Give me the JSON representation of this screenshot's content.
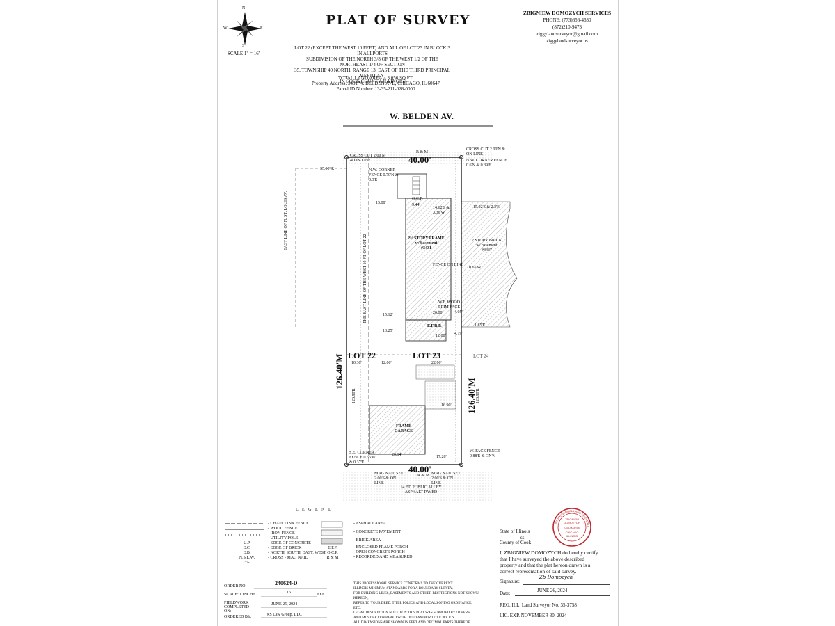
{
  "header": {
    "title": "PLAT OF SURVEY",
    "scale_label": "SCALE  1\" = 16'",
    "compass": [
      "N",
      "S",
      "E",
      "W"
    ]
  },
  "company": {
    "name": "ZBIGNIEW DOMOZYCH SERVICES",
    "phone1": "PHONE: (773)656-4630",
    "phone2": "(872)210-9473",
    "email": "ziggylandsurveyor@gmail.com",
    "web": "ziggylandsurveyor.us"
  },
  "legal": {
    "line1": "LOT 22 (EXCEPT THE WEST 10 FEET) AND ALL OF LOT 23 IN BLOCK 3 IN ALLPORTS",
    "line2": "SUBDIVISION OF THE NORTH 3/8 OF THE WEST 1/2 OF THE NORTHEAST 1/4 OF SECTION",
    "line3": "35, TOWNSHIP 40 NORTH, RANGE 13, EAST OF THE THIRD PRINCIPAL MERIDIAN,",
    "line4": "IN COOK COUNTY, ILLINOIS.",
    "area": "TOTAL LAND AREA = 3,056 SQ.FT.",
    "address": "Property Address: 3431 W. BELDEN AVE, CHICAGO, IL 60647",
    "pin": "Parcel ID Number: 13-35-211-028-0000"
  },
  "plat": {
    "street": "W. BELDEN AV.",
    "north_dim": "40.00'",
    "south_dim": "40.00'",
    "rm_north": "R & M",
    "rm_south": "R & M",
    "west_dim": "126.40'M",
    "east_dim": "126.40'M",
    "west_dim_rec": "126.90'R",
    "east_dim_rec": "126.90'R",
    "lot22": "LOT 22",
    "lot23": "LOT 23",
    "lot24": "LOT 24",
    "house": "2½ STORY FRAME",
    "house_sub": "w/ basement",
    "house_num": "#3431",
    "neighbor": "2 STORY BRICK",
    "neighbor_sub": "w/ basement",
    "neighbor_num": "#3437",
    "garage1": "FRAME",
    "garage2": "GARAGE",
    "efp": "E.F.R.P.",
    "ocp": "O.C.P.",
    "alley": "14 FT. PUBLIC ALLEY",
    "alley_sub": "ASPHALT PAVED",
    "east_line": "EAST LINE OF N. ST. LOUIS AV.",
    "lot22_line": "THE EAST LINE OF THE WEST 10 FT OF LOT 22",
    "d_3500": "35.00' R",
    "d_1508": "15.08'",
    "d_944": "9.44'",
    "d_1512": "15.12'",
    "d_1325": "13.25'",
    "d_2000": "20.00'",
    "d_1200": "12.00'",
    "d_1030": "10.30'",
    "d_1200b": "12.00'",
    "d_2200": "22.00'",
    "d_2014": "20.14'",
    "d_1728": "17.28'",
    "d_1690": "16.90'",
    "d_1502": "15.02'S & 2.3'E",
    "crosscut_nw": "CROSS CUT 2.00'N & ON LINE",
    "crosscut_ne": "CROSS CUT 2.00'N & ON LINE",
    "nw_fence": "N.W. CORNER FENCE 0.70'N & 0.3'E",
    "ne_fence": "N.W. CORNER FENCE 0.6'N & 0.39'E",
    "sw_fence": "S.E. CORNER FENCE 0.56'W & 0.37'E",
    "se_fence": "W. FACE FENCE 0.88'E & ON'N",
    "magnail_w": "MAG NAIL SET 2.00'S & ON LINE",
    "magnail_e": "MAG NAIL SET 2.00'S & ON LINE",
    "fence_online": "FENCE ON LINE",
    "wf_wood": "W.F. WOOD PRIM FACE",
    "d_405": "4.05'",
    "d_419": "4.19'",
    "d_1462": "14.62'S & 3.36'W",
    "d_065": "0.65'W",
    "d_185e": "1.85'E"
  },
  "legend": {
    "title": "L E G E N D",
    "items_left": [
      "- CHAIN LINK FENCE",
      "- WOOD FENCE",
      "- IRON FENCE",
      "- UTILITY POLE",
      "- EDGE OF CONCRETE",
      "- EDGE OF BRICK",
      "- NORTH, SOUTH, EAST, WEST",
      "- CROSS - MAG NAIL"
    ],
    "abbr_left": [
      "U.P.",
      "E.C.",
      "E.B.",
      "N.S.E.W.",
      "+/-"
    ],
    "items_right": [
      "- ASPHALT AREA",
      "- CONCRETE PAVEMENT",
      "- BRICK AREA",
      "- ENCLOSED FRAME PORCH",
      "- OPEN CONCRETE PORCH",
      "- RECORDED AND MEASURED"
    ],
    "abbr_right": [
      "E.F.P.",
      "O.C.P.",
      "R & M"
    ]
  },
  "meta": {
    "order_label": "ORDER NO.",
    "order_value": "240624-D",
    "scale_label": "SCALE: 1 INCH=",
    "scale_value": "16",
    "scale_unit": "FEET",
    "fieldwork_label": "FIELDWORK COMPLETED ON:",
    "fieldwork_value": "JUNE 25, 2024",
    "ordered_label": "ORDERED BY:",
    "ordered_value": "KS Law Group, LLC"
  },
  "notes": {
    "n1": "THIS PROFESSIONAL SERVICE CONFORMS TO THE CURRENT",
    "n2": "ILLINOIS MINIMUM STANDARDS FOR A BOUNDARY SURVEY.",
    "n3": "FOR BUILDING LINES, EASEMENTS AND OTHER RESTRICTIONS NOT SHOWN HEREON,",
    "n4": "REFER TO YOUR DEED, TITLE POLICY AND LOCAL ZONING ORDINANCE, ETC.",
    "n5": "LEGAL DESCRIPTION NOTED ON THIS PLAT WAS SUPPLIED BY OTHERS",
    "n6": "AND MUST BE COMPARED WITH DEED AND/OR TITLE POLICY.",
    "n7": "ALL DIMENSIONS ARE SHOWN IN FEET AND DECIMAL PARTS THEREOF."
  },
  "certification": {
    "state": "State of Illinois",
    "ss": "ss",
    "county": "County of Cook",
    "statement1": "I, ZBIGNIEW DOMOZYCH do hereby certify",
    "statement2": "that I have surveyed the above described",
    "statement3": "property and that the plat hereon drawn is a",
    "statement4": "correct representation of said survey.",
    "signature_label": "Signature:",
    "signature_value": "Zb Domozych",
    "date_label": "Date:",
    "date_value": "JUNE 26, 2024",
    "reg": "REG. ILL. Land Surveyor No. 35-3758",
    "lic": "LIC. EXP. NOVEMBER 30, 2024"
  },
  "seal": {
    "top": "PROFESSIONAL LAND SURVEYOR",
    "name": "ZBIGNIEW",
    "surname": "DOMOZYCH",
    "number": "035-003758",
    "city": "CHICAGO",
    "state": "ILLINOIS"
  },
  "colors": {
    "line": "#222222",
    "hatch": "#777777",
    "seal": "#c0262c"
  }
}
